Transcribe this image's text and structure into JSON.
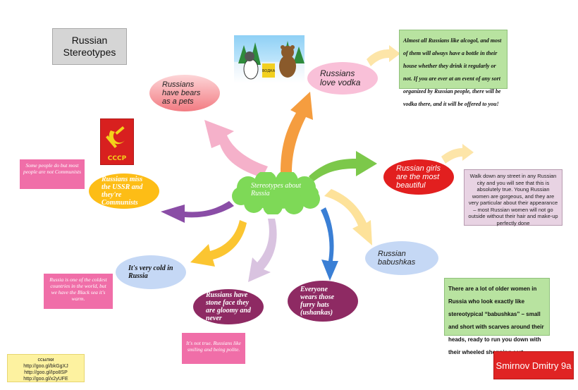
{
  "title": "Russian\nStereotypes",
  "center": "Stereotypes about Russia",
  "nodes": {
    "bears": "Russians have bears as a pets",
    "vodka": "Russians love vodka",
    "girls": "Russian girls are the most beautiful",
    "babushkas": "Russian babushkas",
    "hats": "Everyone wears those furry hats (ushankas)",
    "stone_face": "Russians have stone face they are gloomy and never",
    "cold": "It's very cold in Russia",
    "ussr": "Russians miss the USSR and they're Communists"
  },
  "notes": {
    "vodka": "Almost all Russians like alcogol, and most of them will always have a bottle in their house whether they drink it regularly or not. If you are ever at an event of any sort organized by Russian people, there will be vodka there, and it will be offered to you!",
    "girls": "Walk down any street in any Russian city and you will see that this is absolutely true. Young Russian women are gorgeous, and they are very particular about their appearance – most Russian women will not go outside without their hair and make-up perfectly done",
    "babushkas": "There are a lot of older women in Russia who look exactly like stereotypical “babushkas” – small and short with scarves around their heads, ready to run you down with their wheeled shopping cart.",
    "communists": "Some people do but most people are not Communists",
    "cold": "Russia is one of the coldest countries in the world, but we have the Black sea it's warm.",
    "stone_face": "It's not true. Russians like smiling and being polite."
  },
  "links": {
    "heading": "ссылки",
    "items": [
      "http://goo.gl/bkGgXJ",
      "http://goo.gl/Ipo8SP",
      "http://goo.gl/x2yUFE"
    ]
  },
  "author": "Smirnov Dmitry 9a",
  "images": {
    "cccp_label": "CCCP",
    "vodka_label": "ВОДКА"
  },
  "colors": {
    "title_bg": "#d5d5d5",
    "center_cloud": "#7ed957",
    "bears": "#f5a9ad",
    "vodka": "#f7b7d2",
    "girls": "#e21f1f",
    "babushkas": "#c5d8f5",
    "hats": "#8e2a63",
    "stone_face": "#8e2a63",
    "cold": "#c5d8f5",
    "ussr": "#fdbd16",
    "note_green": "#b8e3a0",
    "note_lilac": "#e8d3e3",
    "note_pink": "#f06ea8",
    "author_bg": "#e02424",
    "links_bg": "#fdf2a0"
  }
}
